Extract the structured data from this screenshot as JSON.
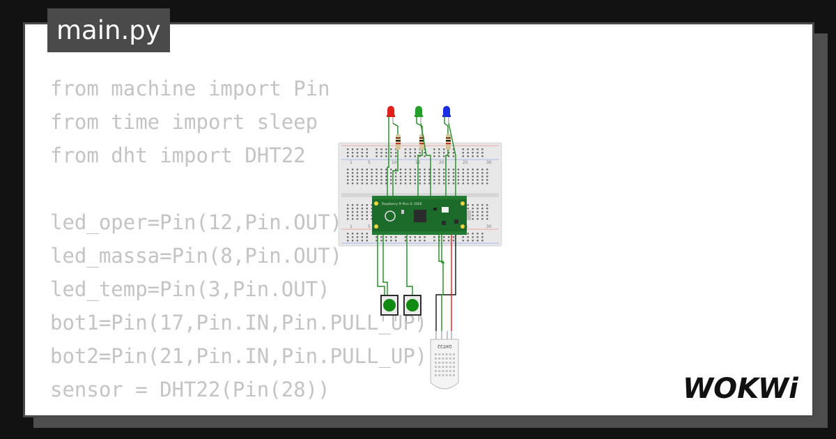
{
  "file_tab": {
    "label": "main.py"
  },
  "code_lines": [
    "from machine import Pin",
    "from time import sleep",
    "from dht import DHT22",
    "",
    "led_oper=Pin(12,Pin.OUT)",
    "led_massa=Pin(8,Pin.OUT)",
    "led_temp=Pin(3,Pin.OUT)",
    "bot1=Pin(17,Pin.IN,Pin.PULL_UP)",
    "bot2=Pin(21,Pin.IN,Pin.PULL_UP)",
    "sensor = DHT22(Pin(28))"
  ],
  "circuit": {
    "board_label": "Raspberry Pi Pico © 2020",
    "sensor_label": "DHT22",
    "led_colors": [
      "#e0201c",
      "#22a02a",
      "#1c2fe0"
    ],
    "breadboard_numbers": [
      "1",
      "5",
      "10",
      "15",
      "20",
      "25",
      "30"
    ]
  },
  "brand": {
    "logo_text": "WOKWi"
  }
}
